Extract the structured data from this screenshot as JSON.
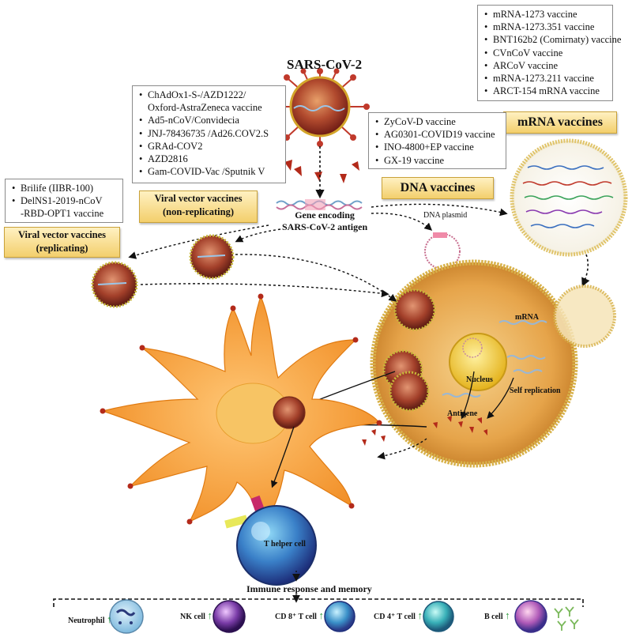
{
  "title": "SARS-CoV-2",
  "mrna_vaccines": {
    "items": [
      "mRNA-1273 vaccine",
      "mRNA-1273.351 vaccine",
      "BNT162b2 (Comirnaty) vaccine",
      "CVnCoV vaccine",
      "ARCoV vaccine",
      "mRNA-1273.211 vaccine",
      "ARCT-154 mRNA vaccine"
    ],
    "label": "mRNA vaccines"
  },
  "dna_vaccines": {
    "items": [
      "ZyCoV-D vaccine",
      "AG0301-COVID19 vaccine",
      "INO-4800+EP vaccine",
      "GX-19 vaccine"
    ],
    "label": "DNA vaccines"
  },
  "viral_vector_nonrep": {
    "items": [
      "ChAdOx1-S-/AZD1222/",
      "Oxford-AstraZeneca vaccine",
      "Ad5-nCoV/Convidecia",
      "JNJ-78436735 /Ad26.COV2.S",
      "GRAd-COV2",
      "AZD2816",
      "Gam-COVID-Vac /Sputnik V"
    ],
    "label_line1": "Viral vector vaccines",
    "label_line2": "(non-replicating)"
  },
  "viral_vector_rep": {
    "items": [
      "Brilife (IIBR-100)",
      "DelNS1-2019-nCoV"
    ],
    "continuation": "-RBD-OPT1 vaccine",
    "label_line1": "Viral vector vaccines",
    "label_line2": "(replicating)"
  },
  "gene_label_line1": "Gene encoding",
  "gene_label_line2": "SARS-CoV-2 antigen",
  "dna_plasmid": "DNA plasmid",
  "mrna": "mRNA",
  "nucleus": "Nucleus",
  "self_replication": "Self replication",
  "antigene": "Antigene",
  "t_helper": "T helper cell",
  "immune_response": "Immune response and memory",
  "immune_cells": [
    "Neutrophil",
    "NK cell",
    "CD 8⁺ T cell",
    "CD 4⁺ T cell",
    "B cell"
  ],
  "up_arrow": "↑"
}
